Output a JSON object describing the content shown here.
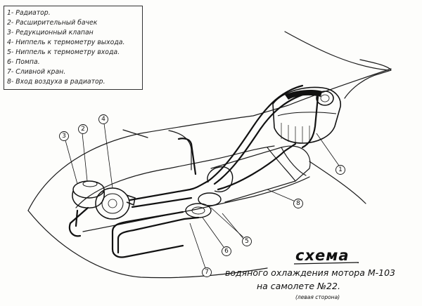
{
  "legend": {
    "items": [
      "1- Радиатор.",
      "2- Расширительный бачек",
      "3- Редукционный клапан",
      "4- Ниппель к термометру выхода.",
      "5- Ниппель к термометру входа.",
      "6- Помпа.",
      "7- Сливной кран.",
      "8- Вход воздуха в радиатор."
    ]
  },
  "callouts": [
    "1",
    "2",
    "3",
    "4",
    "5",
    "6",
    "7",
    "8"
  ],
  "title": {
    "line1": "схема",
    "line2": "водяного охлаждения мотора М-103",
    "line3": "на самолете №22.",
    "line4": "(левая сторона)"
  }
}
